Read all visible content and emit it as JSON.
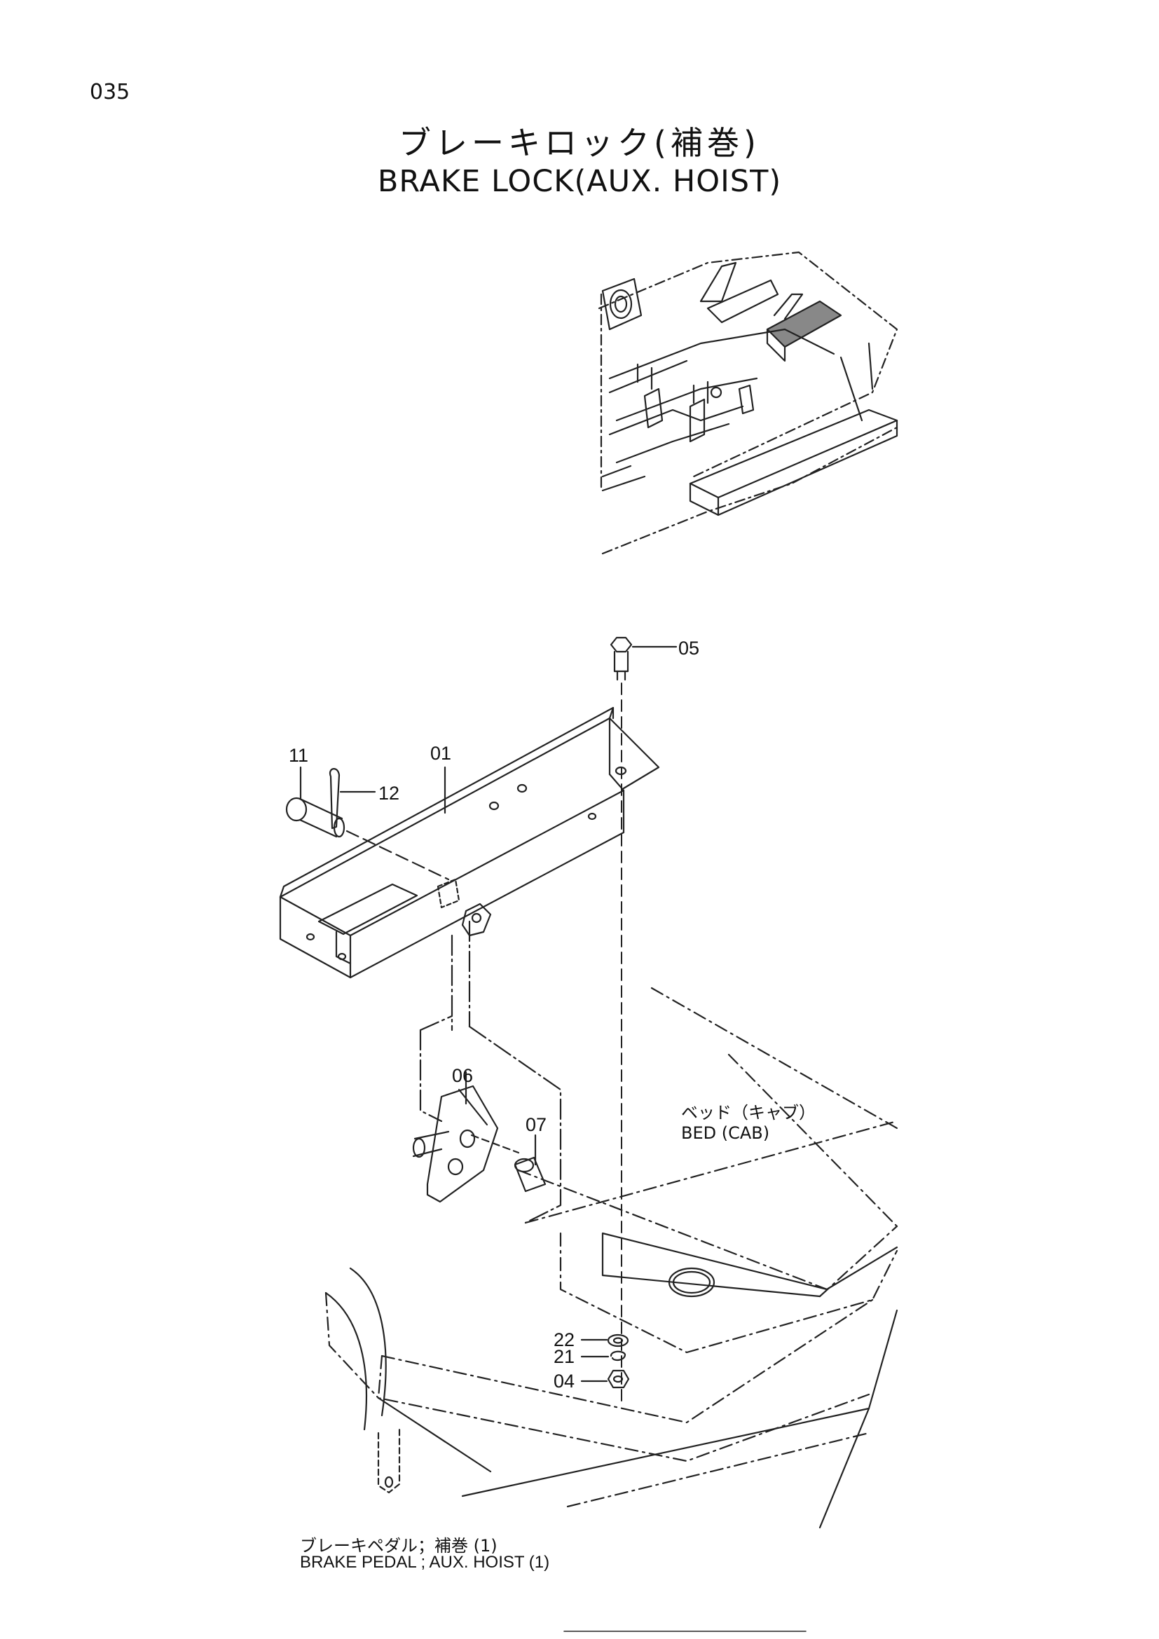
{
  "page": {
    "number": "035"
  },
  "title": {
    "japanese": "ブレーキロック(補巻)",
    "english": "BRAKE  LOCK(AUX.  HOIST)"
  },
  "callouts": {
    "c01": "01",
    "c04": "04",
    "c05": "05",
    "c06": "06",
    "c07": "07",
    "c11": "11",
    "c12": "12",
    "c21": "21",
    "c22": "22"
  },
  "notes": {
    "bed_jp": "ベッド（キャブ）",
    "bed_en": "BED (CAB)",
    "pedal_jp": "ブレーキペダル；補巻 (1)",
    "pedal_en": "BRAKE PEDAL ; AUX. HOIST (1)"
  }
}
